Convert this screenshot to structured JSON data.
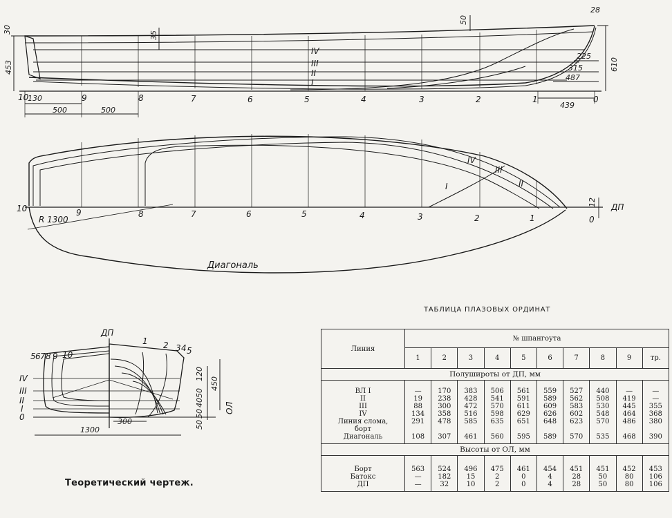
{
  "drawing": {
    "profile": {
      "stations": [
        "10",
        "9",
        "8",
        "7",
        "6",
        "5",
        "4",
        "3",
        "2",
        "1",
        "0"
      ],
      "waterlines": [
        "IV",
        "III",
        "II",
        "I"
      ],
      "dims": {
        "transom_top": "30",
        "transom_height": "453",
        "sheer_offset": "35",
        "top_right": "50",
        "stem_angle": "28",
        "stem_225": "225",
        "stem_315": "315",
        "stem_487": "487",
        "stem_height": "610",
        "stem_439": "439",
        "transom_130": "130",
        "spacing_1": "500",
        "spacing_2": "500"
      }
    },
    "plan": {
      "stations": [
        "10",
        "9",
        "8",
        "7",
        "6",
        "5",
        "4",
        "3",
        "2",
        "1",
        "0"
      ],
      "waterlines": [
        "IV",
        "III",
        "I",
        "II"
      ],
      "radius": "R 1300",
      "stem_12": "12",
      "center_line": "ДП",
      "diagonal": "Диагональ"
    },
    "body": {
      "center_label": "ДП",
      "aft_stations": [
        "5",
        "6",
        "7",
        "8",
        "9",
        "10"
      ],
      "fwd_stations": [
        "1",
        "2",
        "3",
        "4",
        "5"
      ],
      "waterlines": [
        "IV",
        "III",
        "II",
        "I",
        "0"
      ],
      "dim_1300": "1300",
      "dim_300": "300",
      "dim_120": "120",
      "dim_450": "450",
      "dim_50a": "50",
      "dim_40": "40",
      "dim_50b": "50",
      "dim_50c": "50",
      "baseline": "ОЛ"
    },
    "caption": "Теоретический чертеж."
  },
  "table": {
    "title": "ТАБЛИЦА ПЛАЗОВЫХ ОРДИНАТ",
    "col_header_line": "Линия",
    "col_header_frames": "№ шпангоута",
    "frames": [
      "1",
      "2",
      "3",
      "4",
      "5",
      "6",
      "7",
      "8",
      "9",
      "тр."
    ],
    "section_half_breadths": "Полуширoты от ДП, мм",
    "half_breadth_rows": [
      {
        "name": "ВЛ   I",
        "values": [
          "—",
          "170",
          "383",
          "506",
          "561",
          "559",
          "527",
          "440",
          "—",
          "—"
        ]
      },
      {
        "name": "II",
        "values": [
          "19",
          "238",
          "428",
          "541",
          "591",
          "589",
          "562",
          "508",
          "419",
          "—"
        ]
      },
      {
        "name": "III",
        "values": [
          "88",
          "300",
          "472",
          "570",
          "611",
          "609",
          "583",
          "530",
          "445",
          "355"
        ]
      },
      {
        "name": "IV",
        "values": [
          "134",
          "358",
          "516",
          "598",
          "629",
          "626",
          "602",
          "548",
          "464",
          "368"
        ]
      },
      {
        "name": "Линия слома,",
        "values": [
          "291",
          "478",
          "585",
          "635",
          "651",
          "648",
          "623",
          "570",
          "486",
          "380"
        ]
      },
      {
        "name": "борт",
        "values": [
          "",
          "",
          "",
          "",
          "",
          "",
          "",
          "",
          "",
          ""
        ]
      },
      {
        "name": "Диагональ",
        "values": [
          "108",
          "307",
          "461",
          "560",
          "595",
          "589",
          "570",
          "535",
          "468",
          "390"
        ]
      }
    ],
    "section_heights": "Высоты от ОЛ, мм",
    "height_rows": [
      {
        "name": "Борт",
        "values": [
          "563",
          "524",
          "496",
          "475",
          "461",
          "454",
          "451",
          "451",
          "452",
          "453"
        ]
      },
      {
        "name": "Батокс",
        "values": [
          "—",
          "182",
          "15",
          "2",
          "0",
          "4",
          "28",
          "50",
          "80",
          "106"
        ]
      },
      {
        "name": "ДП",
        "values": [
          "—",
          "32",
          "10",
          "2",
          "0",
          "4",
          "28",
          "50",
          "80",
          "106"
        ]
      }
    ]
  }
}
